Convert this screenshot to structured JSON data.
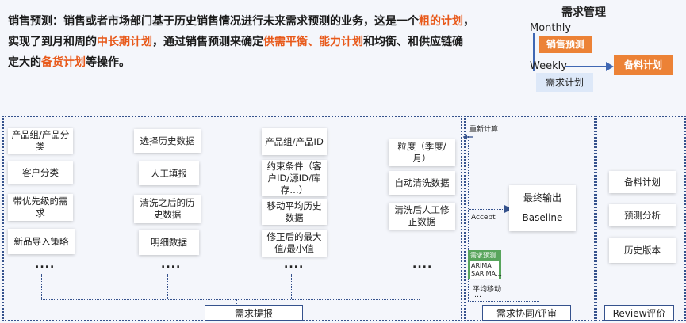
{
  "intro": {
    "l1a": "销售预测：销售或者市场部门基于历史销售情况进行未来需求预测的业务，这是一个",
    "l1b": "粗的计划",
    "l1c": "，",
    "l2a": "实现了到月和周的",
    "l2b": "中长期计划",
    "l2c": "，通过销售预测来确定",
    "l2d": "供需平衡、能力计划",
    "l2e": "和均衡、和供应链确",
    "l3a": "定大的",
    "l3b": "备货计划",
    "l3c": "等操作。"
  },
  "mgmt": {
    "title": "需求管理",
    "monthly": "Monthly",
    "weekly": "Weekly",
    "sales_forecast": "销售预测",
    "material_plan": "备料计划",
    "demand_plan": "需求计划"
  },
  "col1": [
    "产品组/产品分类",
    "客户分类",
    "带优先级的需求",
    "新品导入策略"
  ],
  "col2": [
    "选择历史数据",
    "人工填报",
    "清洗之后的历史数据",
    "明细数据"
  ],
  "col3": [
    "产品组/产品ID",
    "约束条件（客户ID/源ID/库存…）",
    "移动平均历史数据",
    "修正后的最大值/最小值"
  ],
  "col4": [
    "粒度（季度/月）",
    "自动清洗数据",
    "清洗后人工修正数据"
  ],
  "dots": "....",
  "dots_small": "…",
  "section_labels": {
    "submit": "需求提报",
    "collab": "需求协同/评审",
    "review": "Review评价"
  },
  "collab": {
    "recalc": "重新计算",
    "accept": "Accept",
    "final_output": "最终输出",
    "baseline": "Baseline",
    "green_title": "需求预测",
    "green_l1": "ARIMA",
    "green_l2": "SARIMA…",
    "moving_avg": "平均移动"
  },
  "review": [
    "备料计划",
    "预测分析",
    "历史版本"
  ],
  "colors": {
    "accent": "#ec8236",
    "highlight": "#e8591a",
    "line": "#35528d",
    "green": "#58a55c"
  }
}
